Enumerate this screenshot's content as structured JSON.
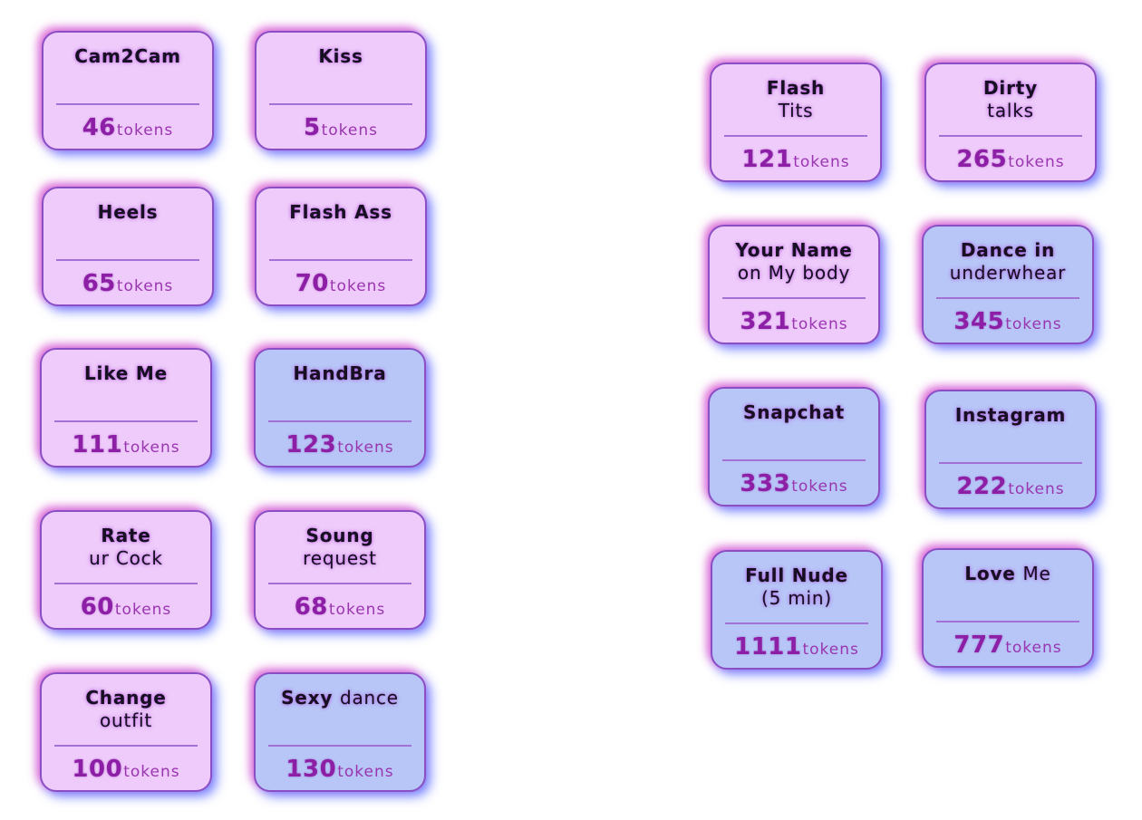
{
  "menus": [
    {
      "items": [
        {
          "name": "Cam2Cam",
          "amount": "46",
          "unit": "tokens",
          "color": "#eecbfa"
        },
        {
          "name": "Kiss",
          "amount": "5",
          "unit": "tokens",
          "color": "#eecbfa"
        },
        {
          "name": "Heels",
          "amount": "65",
          "unit": "tokens",
          "color": "#eecbfa"
        },
        {
          "name": "Flash Ass",
          "amount": "70",
          "unit": "tokens",
          "color": "#eecbfa"
        },
        {
          "name": "Like Me",
          "amount": "111",
          "unit": "tokens",
          "color": "#eecbfa"
        },
        {
          "name": "HandBra",
          "amount": "123",
          "unit": "tokens",
          "color": "#b7c6f7"
        },
        {
          "name": "Rate",
          "line2": "ur Cock",
          "amount": "60",
          "unit": "tokens",
          "color": "#eecbfa"
        },
        {
          "name": "Soung",
          "line2": "request",
          "amount": "68",
          "unit": "tokens",
          "color": "#eecbfa"
        },
        {
          "name": "Change",
          "line2": "outfit",
          "amount": "100",
          "unit": "tokens",
          "color": "#eecbfa"
        },
        {
          "name": "Sexy",
          "name_rest": "dance",
          "amount": "130",
          "unit": "tokens",
          "color": "#b7c6f7"
        }
      ]
    },
    {
      "items": [
        {
          "name": "Flash",
          "line2": "Tits",
          "amount": "121",
          "unit": "tokens",
          "color": "#eecbfa"
        },
        {
          "name": "Dirty",
          "line2": "talks",
          "amount": "265",
          "unit": "tokens",
          "color": "#eecbfa"
        },
        {
          "name": "Your Name",
          "line2": "on My body",
          "amount": "321",
          "unit": "tokens",
          "color": "#eecbfa"
        },
        {
          "name": "Dance in",
          "line2": "underwhear",
          "amount": "345",
          "unit": "tokens",
          "color": "#b7c6f7"
        },
        {
          "name": "Snapchat",
          "amount": "333",
          "unit": "tokens",
          "color": "#b7c6f7"
        },
        {
          "name": "Instagram",
          "amount": "222",
          "unit": "tokens",
          "color": "#b7c6f7"
        },
        {
          "name": "Full Nude",
          "line2": "(5 min)",
          "amount": "1111",
          "unit": "tokens",
          "color": "#b7c6f7"
        },
        {
          "name": "Love",
          "name_rest": "Me",
          "amount": "777",
          "unit": "tokens",
          "color": "#b7c6f7"
        }
      ]
    }
  ]
}
